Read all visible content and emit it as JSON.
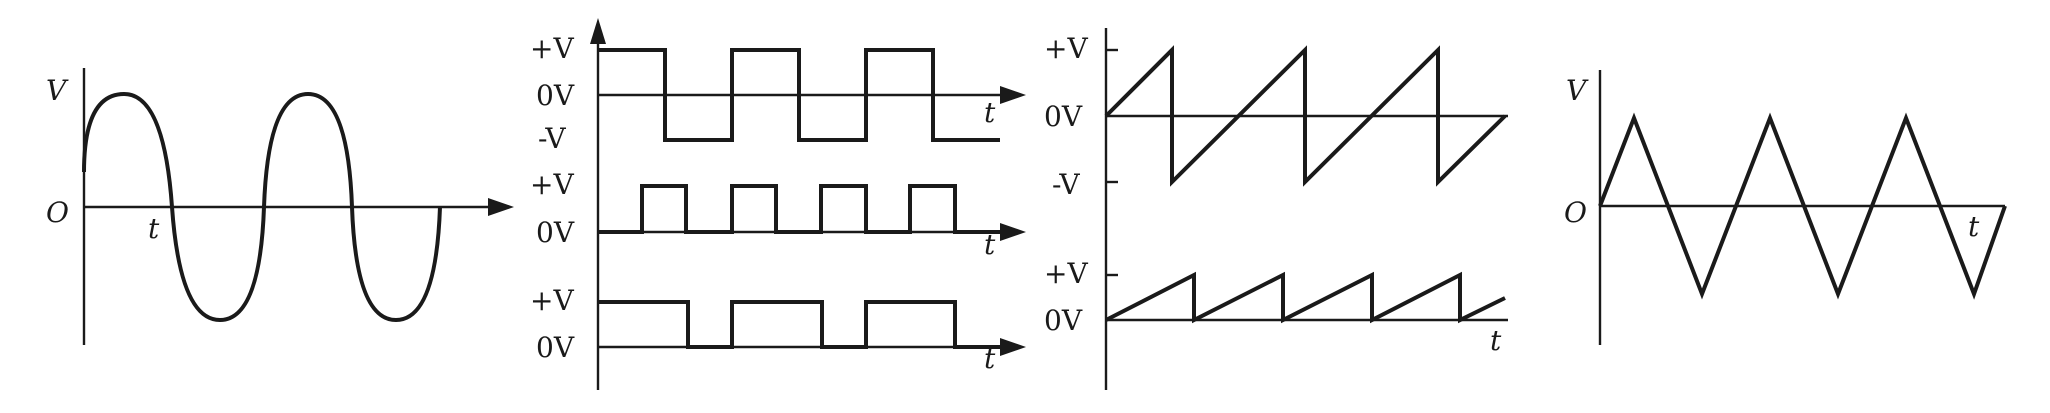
{
  "panels": {
    "sine": {
      "y_label": "V",
      "origin_label": "O",
      "t_label": "t"
    },
    "square_group": {
      "wave1": {
        "top_label": "+V",
        "mid_label": "0V",
        "bottom_label": "-V",
        "t_label": "t"
      },
      "wave2": {
        "top_label": "+V",
        "mid_label": "0V",
        "t_label": "t"
      },
      "wave3": {
        "top_label": "+V",
        "mid_label": "0V",
        "t_label": "t"
      }
    },
    "sawtooth_group": {
      "wave1": {
        "top_label": "+V",
        "mid_label": "0V",
        "bottom_label": "-V"
      },
      "wave2": {
        "top_label": "+V",
        "mid_label": "0V",
        "t_label": "t"
      }
    },
    "triangle": {
      "y_label": "V",
      "origin_label": "O",
      "t_label": "t"
    }
  },
  "colors": {
    "ink": "#1a1a1a",
    "background": "#ffffff"
  }
}
